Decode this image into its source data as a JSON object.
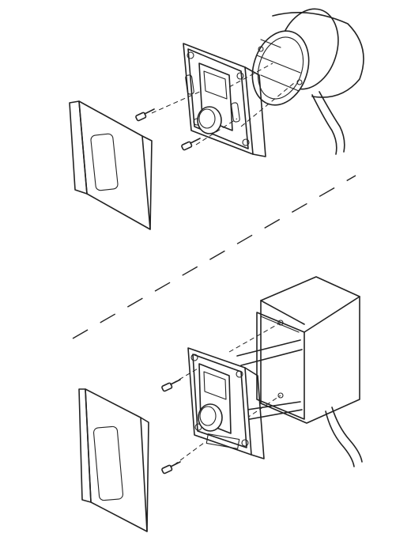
{
  "diagram": {
    "type": "exploded-assembly",
    "views": [
      {
        "mount": "round-wall-box",
        "parts": [
          "cover-plate",
          "screws",
          "mounting-frame",
          "control-module",
          "round-electrical-box",
          "cable"
        ]
      },
      {
        "mount": "rectangular-wall-box",
        "parts": [
          "cover-plate",
          "screws",
          "mounting-frame",
          "control-module",
          "rectangular-electrical-box",
          "cable"
        ]
      }
    ],
    "colors": {
      "line": "#222222",
      "background": "#ffffff"
    }
  }
}
